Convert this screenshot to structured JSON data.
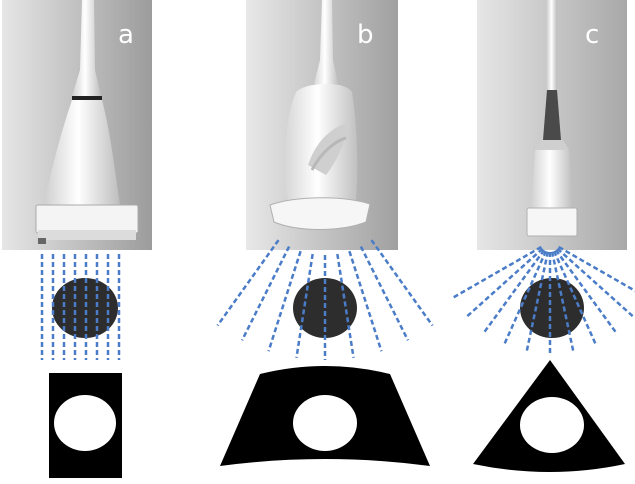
{
  "panels": [
    {
      "label": "a",
      "transducer": "linear"
    },
    {
      "label": "b",
      "transducer": "curvilinear"
    },
    {
      "label": "c",
      "transducer": "phased-array"
    }
  ],
  "colors": {
    "beam": "#4a7cc7",
    "target": "#2d2d2d",
    "image_field": "#000000",
    "photo_bg": "#c8c8c8",
    "probe": "#f2f2f2"
  }
}
